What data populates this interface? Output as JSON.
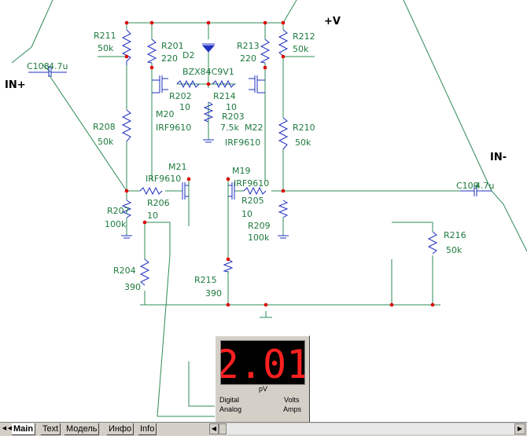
{
  "colors": {
    "wire": "#2e8b57",
    "label": "#1e7a3e",
    "node": "#e00000",
    "component": "#2030c0",
    "digit": "#ff2020"
  },
  "labels": {
    "r211": "R211",
    "r211v": "50k",
    "r201": "R201",
    "r201v": "220",
    "d2": "D2",
    "r213": "R213",
    "r213v": "220",
    "r212": "R212",
    "r212v": "50k",
    "vplus": "+V",
    "inplus": "IN+",
    "c108": "C108",
    "c108v": "4.7u",
    "bzx": "BZX84C9V1",
    "r202": "R202",
    "r202v": "10",
    "r214": "R214",
    "r214v": "10",
    "r203": "R203",
    "r203v": "7.5k",
    "m20": "M20",
    "m20v": "IRF9610",
    "m22": "M22",
    "m22v": "IRF9610",
    "r208": "R208",
    "r208v": "50k",
    "r210": "R210",
    "r210v": "50k",
    "inminus": "IN-",
    "m21": "M21",
    "m21v": "IRF9610",
    "m19": "M19",
    "m19v": "IRF9610",
    "c109": "C109",
    "c109v": "4.7u",
    "r207": "R207",
    "r207v": "100k",
    "r206": "R206",
    "r206v": "10",
    "r205": "R205",
    "r205v": "10",
    "r209": "R209",
    "r209v": "100k",
    "r216": "R216",
    "r216v": "50k",
    "r204": "R204",
    "r204v": "390",
    "r215": "R215",
    "r215v": "390"
  },
  "meter": {
    "reading": "2.01",
    "unit": "pV",
    "mode1": "Digital",
    "mode2": "Analog",
    "q1": "Volts",
    "q2": "Amps"
  },
  "tabs": [
    {
      "label": "Main"
    },
    {
      "label": "Text"
    },
    {
      "label": "Модель"
    },
    {
      "label": "Инфо"
    },
    {
      "label": "Info"
    }
  ]
}
